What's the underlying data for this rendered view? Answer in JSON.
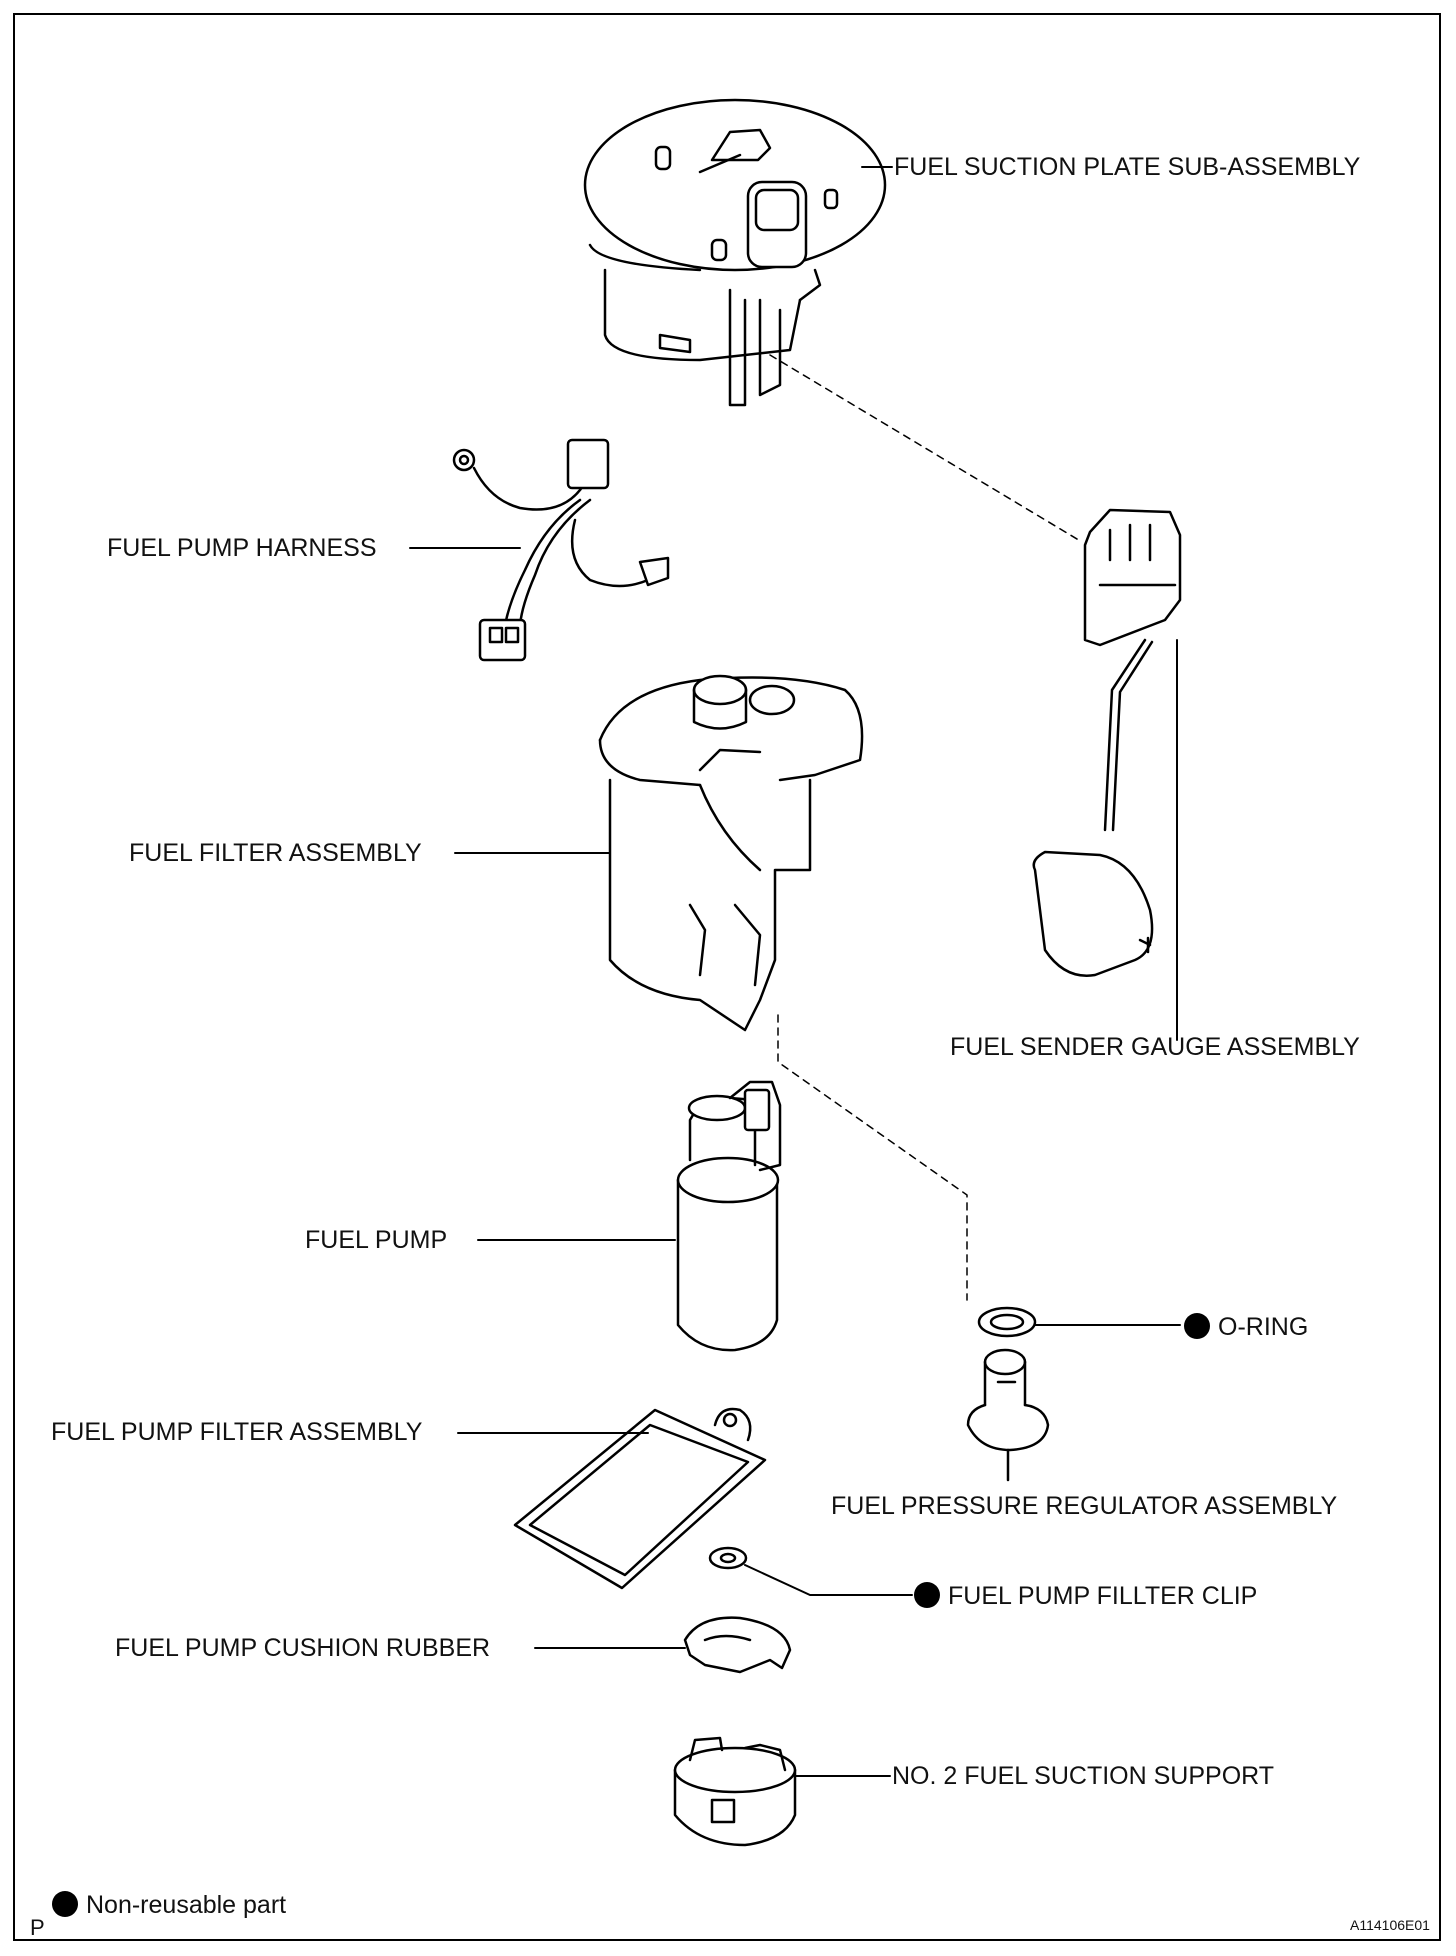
{
  "labels": {
    "fuel_suction_plate": "FUEL SUCTION PLATE SUB-ASSEMBLY",
    "fuel_pump_harness": "FUEL PUMP HARNESS",
    "fuel_filter_assembly": "FUEL FILTER ASSEMBLY",
    "fuel_sender_gauge": "FUEL SENDER GAUGE ASSEMBLY",
    "fuel_pump": "FUEL PUMP",
    "o_ring": "O-RING",
    "fuel_pump_filter_assembly": "FUEL PUMP FILTER ASSEMBLY",
    "fuel_pressure_regulator": "FUEL PRESSURE REGULATOR ASSEMBLY",
    "fuel_pump_filter_clip": "FUEL PUMP FILLTER CLIP",
    "fuel_pump_cushion_rubber": "FUEL PUMP CUSHION RUBBER",
    "no2_fuel_suction_support": "NO. 2 FUEL SUCTION SUPPORT"
  },
  "legend": {
    "non_reusable": "Non-reusable part"
  },
  "corner_mark": "P",
  "figure_id": "A114106E01",
  "colors": {
    "line": "#000000",
    "background": "#ffffff"
  }
}
